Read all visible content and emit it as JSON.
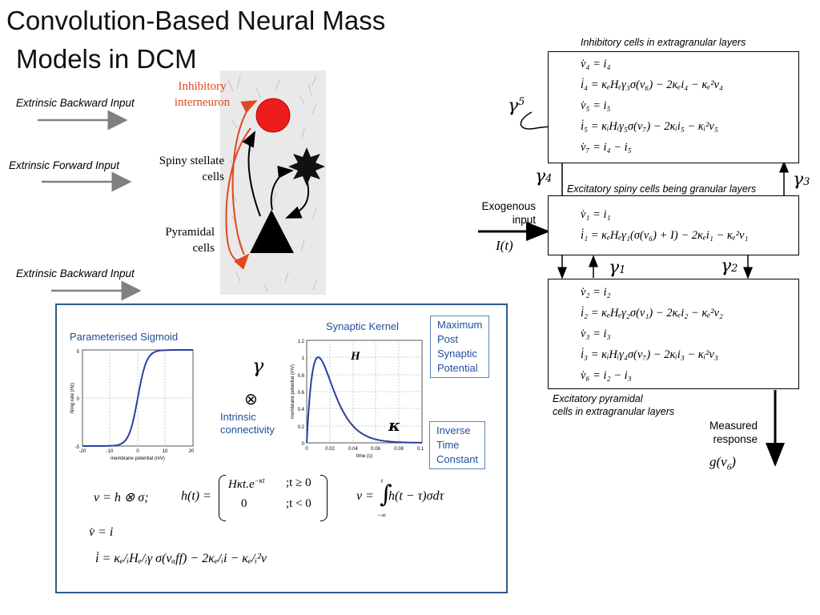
{
  "title": {
    "line1": "Convolution-Based Neural Mass",
    "line2": "Models in DCM"
  },
  "left": {
    "extrinsic_backward_top": "Extrinsic Backward Input",
    "extrinsic_forward": "Extrinsic Forward Input",
    "extrinsic_backward_bottom": "Extrinsic Backward Input",
    "inhibitory_label_1": "Inhibitory",
    "inhibitory_label_2": "interneuron",
    "spiny_label_1": "Spiny stellate",
    "spiny_label_2": "cells",
    "pyramidal_label_1": "Pyramidal",
    "pyramidal_label_2": "cells"
  },
  "right": {
    "inhib_caption": "Inhibitory cells in extragranular layers",
    "excit_spiny_caption": "Excitatory spiny cells being granular layers",
    "excit_pyr_caption_1": "Excitatory pyramidal",
    "excit_pyr_caption_2": "cells in extragranular layers",
    "exogenous_1": "Exogenous",
    "exogenous_2": "input",
    "exogenous_symbol": "I(t)",
    "measured_1": "Measured",
    "measured_2": "response",
    "measured_symbol": "g(v",
    "measured_sub": "6",
    "gamma5": "γ",
    "gamma5_sub": "5",
    "gamma4": "γ",
    "gamma4_sub": "4",
    "gamma3": "γ",
    "gamma3_sub": "3",
    "gamma1": "γ",
    "gamma1_sub": "1",
    "gamma2": "γ",
    "gamma2_sub": "2",
    "top_equations": [
      "v̇₄ = i₄",
      "i̇₄ = κₑHₑγ₃σ(v₆) − 2κₑi₄ − κₑ²v₄",
      "v̇₅ = i₅",
      "i̇₅ = κᵢHᵢγ₅σ(v₇) − 2κᵢi₅ − κᵢ²v₅",
      "v̇₇ = i₄ − i₅"
    ],
    "mid_equations": [
      "v̇₁ = i₁",
      "i̇₁ = κₑHₑγ₁(σ(v₆) + I) − 2κₑi₁ − κₑ²v₁"
    ],
    "bottom_equations": [
      "v̇₂ = i₂",
      "i̇₂ = κₑHₑγ₂σ(v₁) − 2κₑi₂ − κₑ²v₂",
      "v̇₃ = i₃",
      "i̇₃ = κᵢHᵢγ₄σ(v₇) − 2κᵢi₃ − κᵢ²v₃",
      "v̇₆ = i₂ − i₃"
    ]
  },
  "inset": {
    "sigmoid_title": "Parameterised Sigmoid",
    "sigmoid_ylabel": "firing rate (Hz)",
    "sigmoid_xlabel": "membrane potential (mV)",
    "sigmoid_xticks": [
      "-20",
      "-10",
      "0",
      "10",
      "20"
    ],
    "sigmoid_yticks": [
      "5",
      "0",
      "-5"
    ],
    "kernel_title": "Synaptic Kernel",
    "kernel_ylabel": "membrane potential (mV)",
    "kernel_xlabel": "time (s)",
    "kernel_xticks": [
      "0",
      "0.02",
      "0.04",
      "0.06",
      "0.08",
      "0.1"
    ],
    "kernel_yticks": [
      "1.2",
      "1",
      "0.8",
      "0.6",
      "0.4",
      "0.2",
      "0"
    ],
    "gamma_symbol": "γ",
    "otimes_symbol": "⊗",
    "intrinsic_1": "Intrinsic",
    "intrinsic_2": "connectivity",
    "H_symbol": "H",
    "kappa_symbol": "κ",
    "callout_max": [
      "Maximum",
      "Post",
      "Synaptic",
      "Potential"
    ],
    "callout_inv": [
      "Inverse",
      "Time",
      "Constant"
    ],
    "eq_conv": "v = h ⊗ σ;",
    "eq_h_lhs": "h(t) =",
    "eq_h_case1": "Hκt.e",
    "eq_h_case1_exp": "−κt",
    "eq_h_case1_cond": ";t ≥ 0",
    "eq_h_case2": "0",
    "eq_h_case2_cond": ";t < 0",
    "eq_int_lhs": "v =",
    "eq_int_body": "h(t − τ)σdτ",
    "eq_int_upper": "t",
    "eq_int_lower": "−∞",
    "eq_vdot": "v̇  = i",
    "eq_idot": "i̇ = κₑ/ᵢHₑ/ᵢγ σ(vₐff) − 2κₑ/ᵢi − κₑ/ᵢ²v"
  },
  "colors": {
    "red_cell": "#ee1c1c",
    "red_arrow": "#e0481f",
    "blue": "#1f4e9b",
    "curve": "#2b3fa0",
    "frame": "#2e5c8a"
  }
}
